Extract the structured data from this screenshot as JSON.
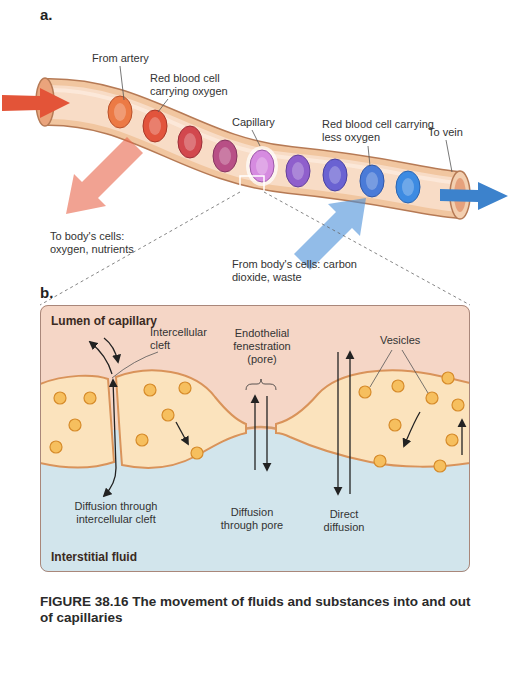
{
  "diagram": {
    "caption": "FIGURE 38.16 The movement of fluids and substances into and out of capillaries",
    "nodes": [
      {
        "text": [
          "Lumen of capillary",
          "Interstitial fluid"
        ]
      }
    ],
    "labels": [
      "a.",
      "From artery",
      "Red blood cell carrying oxygen",
      "Capillary",
      "Red blood cell carrying less oxygen",
      "To vein",
      "To body's cells: oxygen, nutrients",
      "From body's cells: carbon dioxide, waste",
      "b.",
      "Intercellular cleft",
      "Endothelial fenestration (pore)",
      "Vesicles",
      "Diffusion through intercellular cleft",
      "Diffusion through pore",
      "Direct diffusion"
    ]
  }
}
